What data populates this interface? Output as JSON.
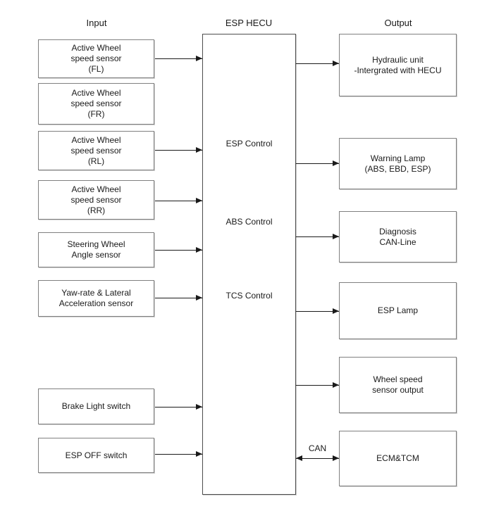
{
  "diagram": {
    "headers": {
      "input": "Input",
      "hecu": "ESP HECU",
      "output": "Output"
    },
    "hecu_labels": {
      "esp": "ESP Control",
      "abs": "ABS Control",
      "tcs": "TCS Control"
    },
    "inputs": [
      {
        "id": "wheel-speed-fl",
        "label": "Active Wheel\nspeed sensor\n(FL)"
      },
      {
        "id": "wheel-speed-fr",
        "label": "Active Wheel\nspeed sensor\n(FR)"
      },
      {
        "id": "wheel-speed-rl",
        "label": "Active Wheel\nspeed sensor\n(RL)"
      },
      {
        "id": "wheel-speed-rr",
        "label": "Active Wheel\nspeed sensor\n(RR)"
      },
      {
        "id": "steering-angle",
        "label": "Steering Wheel\nAngle sensor"
      },
      {
        "id": "yaw-rate",
        "label": "Yaw-rate & Lateral\nAcceleration sensor"
      },
      {
        "id": "brake-light",
        "label": "Brake Light switch"
      },
      {
        "id": "esp-off",
        "label": "ESP OFF switch"
      }
    ],
    "outputs": [
      {
        "id": "hydraulic-unit",
        "label": "Hydraulic unit\n-Intergrated with HECU"
      },
      {
        "id": "warning-lamp",
        "label": "Warning Lamp\n(ABS, EBD, ESP)"
      },
      {
        "id": "diagnosis",
        "label": "Diagnosis\nCAN-Line"
      },
      {
        "id": "esp-lamp",
        "label": "ESP Lamp"
      },
      {
        "id": "wheel-speed-output",
        "label": "Wheel speed\nsensor output"
      },
      {
        "id": "ecm-tcm",
        "label": "ECM&TCM"
      }
    ],
    "can_label": "CAN",
    "connections": {
      "inputs_to_hecu": [
        "wheel-speed-fl",
        "wheel-speed-rl",
        "wheel-speed-rr",
        "steering-angle",
        "yaw-rate",
        "brake-light",
        "esp-off"
      ],
      "hecu_to_outputs": [
        "hydraulic-unit",
        "warning-lamp",
        "diagnosis",
        "esp-lamp",
        "wheel-speed-output"
      ],
      "bidirectional_can": [
        "ecm-tcm"
      ]
    },
    "colors": {
      "bg": "#ffffff",
      "text": "#1a1a1a",
      "box-border": "#808080",
      "hecu-border": "#4d4d4d",
      "line": "#1a1a1a",
      "shadow": "#d0d0d0"
    }
  }
}
